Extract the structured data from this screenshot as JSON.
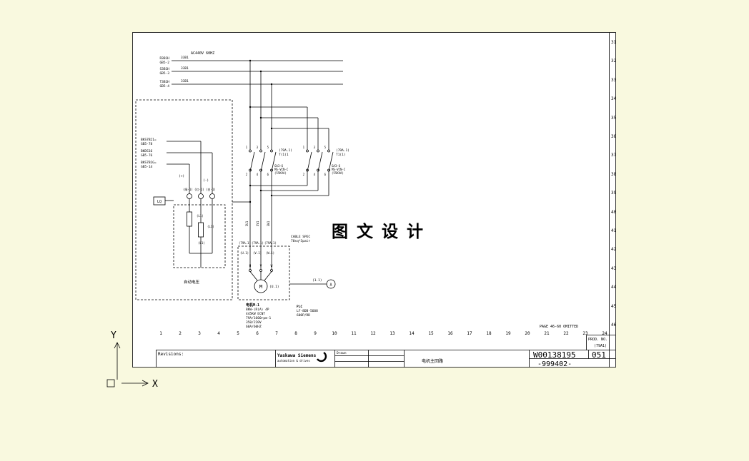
{
  "canvas": {
    "background": "#f9f9df"
  },
  "watermark": {
    "text": "图 文 设 计"
  },
  "ucs": {
    "y_label": "Y",
    "x_label": "X"
  },
  "grid": {
    "right": [
      "31",
      "32",
      "33",
      "34",
      "35",
      "36",
      "37",
      "38",
      "39",
      "40",
      "41",
      "42",
      "43",
      "44",
      "45",
      "46"
    ],
    "bottom": [
      "1",
      "2",
      "3",
      "4",
      "5",
      "6",
      "7",
      "8",
      "9",
      "10",
      "11",
      "12",
      "13",
      "14",
      "15",
      "16",
      "17",
      "18",
      "19",
      "20",
      "21",
      "22",
      "23",
      "24"
    ],
    "omitted_note": "PAGE 46-60 OMITTED"
  },
  "title_block": {
    "revisions_label": "Revisions:",
    "vendor_name": "Yaskawa Siemens",
    "vendor_sub": "automation & drives",
    "drawn_label": "Drawn",
    "drawing_title": "电机主回路",
    "prod_no_label": "PROD. NO.",
    "prod_no_value": "(79A1)",
    "doc_number": "W00138195",
    "sheet_number": "051",
    "doc_code": "-999402-"
  },
  "schematic": {
    "power_label": "AC440V 60HZ",
    "phases": [
      {
        "name": "R3B1H",
        "ref": "GB5-2",
        "wire": "33B1"
      },
      {
        "name": "S3B1H",
        "ref": "GB5-3",
        "wire": "33B1"
      },
      {
        "name": "T3B1H",
        "ref": "GB5-4",
        "wire": "33B1"
      }
    ],
    "contactor1": {
      "pins_top": [
        "1",
        "3",
        "5"
      ],
      "pins_bottom": [
        "2",
        "4",
        "6"
      ],
      "tag": "(79A.1)",
      "tag2": "T(1)1",
      "model": [
        "GA3-6",
        "MS-VCN-C",
        "(55KVA)"
      ]
    },
    "contactor2": {
      "pins_top": [
        "1",
        "3",
        "5"
      ],
      "pins_bottom": [
        "2",
        "4",
        "6"
      ],
      "tag": "(79A.1)",
      "tag2": "T1(1)",
      "model": [
        "GA3-6",
        "MS-VCN-C",
        "(55KVA)"
      ]
    },
    "wire_labels": [
      "3U1",
      "3V1",
      "3W1"
    ],
    "feeder_labels": [
      "(79A.1)",
      "(79A.1)",
      "(79A.1)"
    ],
    "motor_box": {
      "terminals": [
        "(U.1)",
        "(V.1)",
        "(W.1)"
      ],
      "pins": [
        "U",
        "V",
        "W"
      ],
      "symbol": "M",
      "tag": "(U.1)"
    },
    "aux": {
      "symbol": "A",
      "tag": "(1.1)"
    },
    "cable_spec": [
      "CABLE SPEC",
      "70sq*3pair"
    ],
    "left_panel": {
      "rows": [
        {
          "name": "BKS7B21=",
          "ref": "GB5-78"
        },
        {
          "name": "BKDS16",
          "ref": "GB5-76"
        },
        {
          "name": "BKS7B1G=",
          "ref": "GB5-14"
        }
      ],
      "plus": "(+)",
      "minus": "(-)",
      "lamps": [
        "(绿-1)",
        "(红-1)",
        "(白-1)"
      ],
      "lq_label": "LQ",
      "resistor_labels": [
        "(L1)",
        "(L1)",
        "(L1)"
      ],
      "box_label": "自动电压"
    },
    "motor_spec": [
      "电机M-1",
      "8KW-(R)A) 4P",
      "445KW ECNT",
      "79A/1600rpm-1",
      "350/220V",
      "60A/60HZ"
    ],
    "plc_spec": [
      "PLC",
      "LF-8DB-5608",
      "600P/RD"
    ]
  }
}
